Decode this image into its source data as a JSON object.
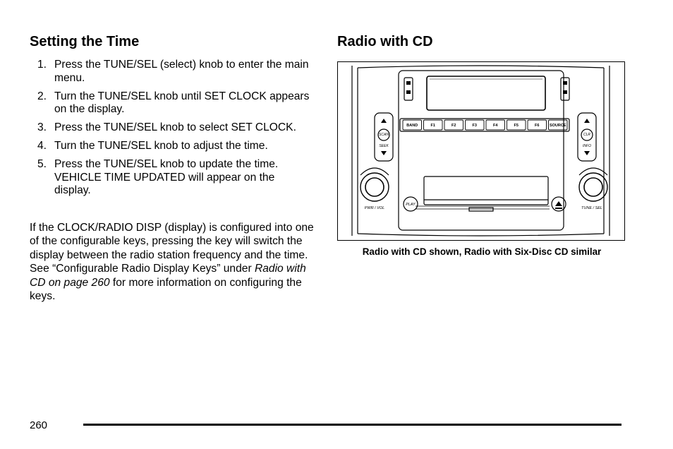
{
  "left": {
    "heading": "Setting the Time",
    "steps": [
      {
        "num": "1.",
        "text": "Press the TUNE/SEL (select) knob to enter the main menu."
      },
      {
        "num": "2.",
        "text": "Turn the TUNE/SEL knob until SET CLOCK appears on the display."
      },
      {
        "num": "3.",
        "text": "Press the TUNE/SEL knob to select SET CLOCK."
      },
      {
        "num": "4.",
        "text": "Turn the TUNE/SEL knob to adjust the time."
      },
      {
        "num": "5.",
        "text": "Press the TUNE/SEL knob to update the time. VEHICLE TIME UPDATED will appear on the display."
      }
    ],
    "paragraph": {
      "before": "If the CLOCK/RADIO DISP (display) is configured into one of the configurable keys, pressing the key will switch the display between the radio station frequency and the time. See “Configurable Radio Display Keys” under ",
      "italic": "Radio with CD on page 260",
      "after": " for more information on configuring the keys."
    }
  },
  "right": {
    "heading": "Radio with CD",
    "figure": {
      "keys": [
        "BAND",
        "F1",
        "F2",
        "F3",
        "F4",
        "F5",
        "F6",
        "SOURCE"
      ],
      "left_rocker": [
        "SCAN",
        "SEEK"
      ],
      "right_rocker": [
        "CLR",
        "INFO"
      ],
      "left_knob_label": "PWR / VOL",
      "right_knob_label": "TUNE / SEL",
      "play_label": "PLAY"
    },
    "caption": "Radio with CD shown, Radio with Six-Disc CD similar"
  },
  "footer": {
    "page_number": "260"
  }
}
